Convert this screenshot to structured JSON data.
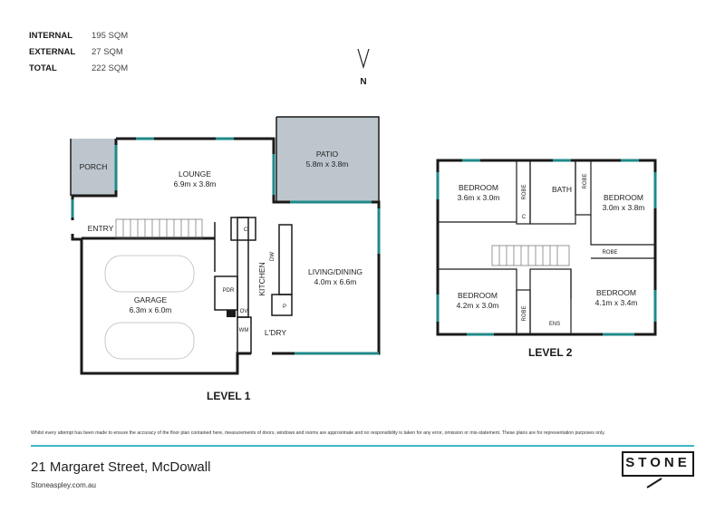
{
  "areas": [
    {
      "label": "INTERNAL",
      "value": "195 SQM"
    },
    {
      "label": "EXTERNAL",
      "value": "27 SQM"
    },
    {
      "label": "TOTAL",
      "value": "222 SQM"
    }
  ],
  "compass": {
    "label": "N"
  },
  "level1": {
    "title": "LEVEL 1",
    "rooms": {
      "porch": {
        "name": "PORCH"
      },
      "lounge": {
        "name": "LOUNGE",
        "size": "6.9m x 3.8m"
      },
      "patio": {
        "name": "PATIO",
        "size": "5.8m x 3.8m"
      },
      "entry": {
        "name": "ENTRY"
      },
      "garage": {
        "name": "GARAGE",
        "size": "6.3m x 6.0m"
      },
      "living": {
        "name": "LIVING/DINING",
        "size": "4.0m x 6.6m"
      },
      "kitchen": {
        "name": "KITCHEN"
      },
      "laundry": {
        "name": "L'DRY"
      },
      "powder": {
        "name": "PDR"
      },
      "cupboard": {
        "name": "C"
      },
      "pantry": {
        "name": "P"
      },
      "oven": {
        "name": "OV"
      },
      "washer": {
        "name": "WM"
      },
      "dishwasher": {
        "name": "DW"
      }
    }
  },
  "level2": {
    "title": "LEVEL 2",
    "rooms": {
      "bed1": {
        "name": "BEDROOM",
        "size": "3.6m x 3.0m"
      },
      "bed2": {
        "name": "BEDROOM",
        "size": "3.0m x 3.8m"
      },
      "bed3": {
        "name": "BEDROOM",
        "size": "4.2m x 3.0m"
      },
      "bed4": {
        "name": "BEDROOM",
        "size": "4.1m x 3.4m"
      },
      "bath": {
        "name": "BATH"
      },
      "ens": {
        "name": "ENS"
      },
      "robe": {
        "name": "ROBE"
      },
      "cupboard": {
        "name": "C"
      }
    }
  },
  "footer": {
    "disclaimer": "Whilst every attempt has been made to ensure the accuracy of the floor plan contained here, measurements of doors, windows and rooms are approximate and no responsibility is taken for any error, omission or mis-statement. These plans are for representation purposes only.",
    "address": "21 Margaret Street, McDowall",
    "website": "Stoneaspley.com.au",
    "brand": "STONE"
  },
  "colors": {
    "wall": "#1a1a1a",
    "window": "#1f8a8a",
    "outdoor": "#bcc6cc",
    "rule": "#3fb6c4"
  }
}
